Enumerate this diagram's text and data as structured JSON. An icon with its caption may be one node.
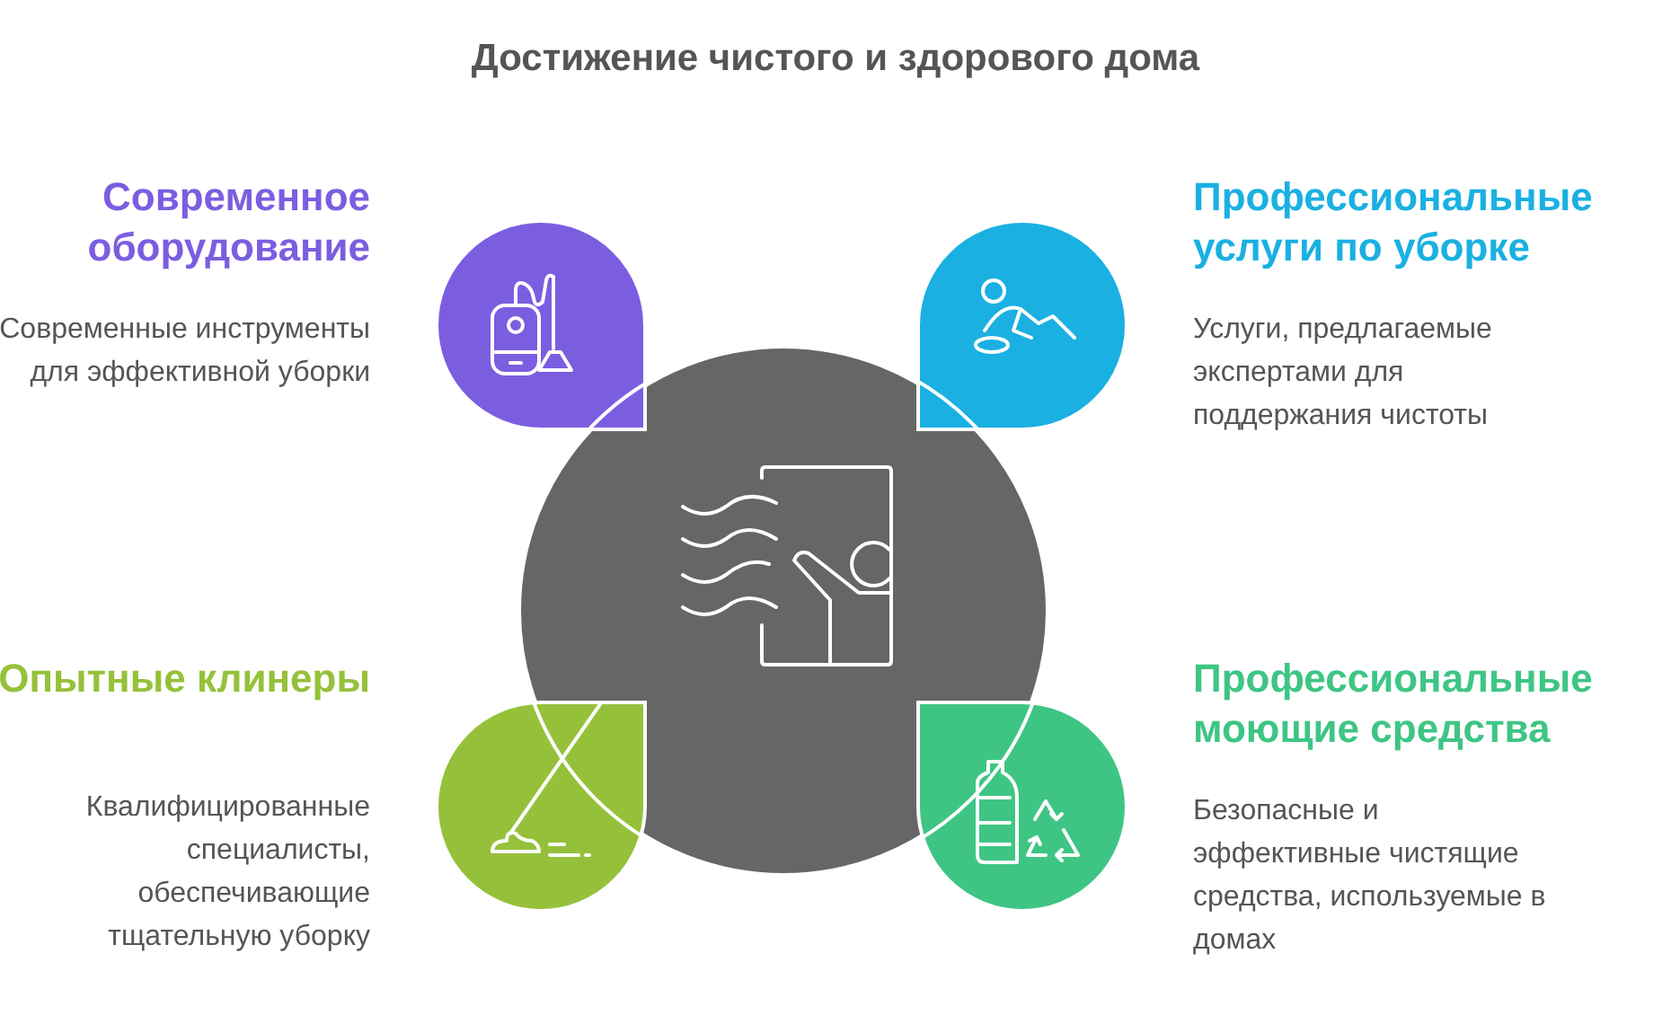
{
  "diagram": {
    "title": "Достижение чистого и здорового дома",
    "nodes": [
      {
        "text": [],
        "shape": "circle"
      },
      {
        "text": [
          "Современное оборудование",
          "Современные инструменты для эффективной уборки"
        ]
      },
      {
        "text": [
          "Профессиональные услуги по уборке",
          "Услуги, предлагаемые экспертами для поддержания чистоты"
        ]
      },
      {
        "text": [
          "Опытные клинеры",
          "Квалифицированные специалисты, обеспечивающие тщательную уборку"
        ]
      },
      {
        "text": [
          "Профессиональные моющие средства",
          "Безопасные и эффективные чистящие средства, используемые в домах"
        ]
      }
    ]
  }
}
